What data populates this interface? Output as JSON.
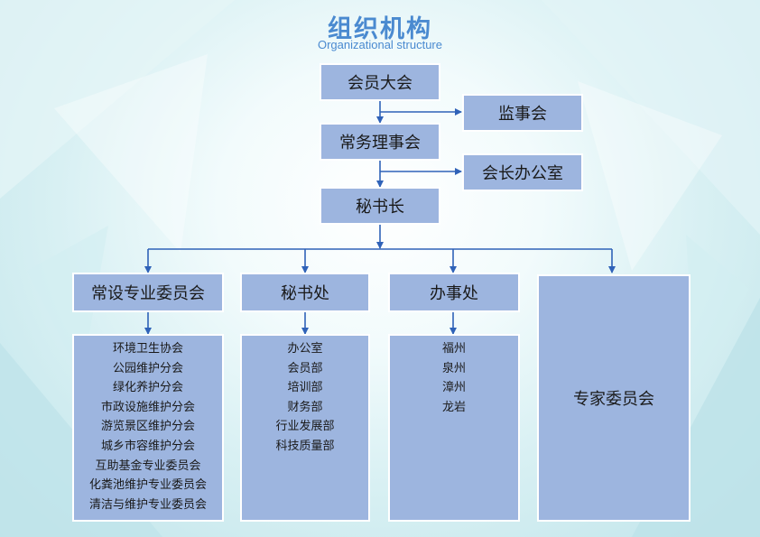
{
  "header": {
    "title": "组织机构",
    "subtitle": "Organizational structure"
  },
  "nodes": {
    "general_assembly": "会员大会",
    "supervisory_board": "监事会",
    "standing_council": "常务理事会",
    "president_office": "会长办公室",
    "secretary_general": "秘书长",
    "standing_committees": "常设专业委员会",
    "secretariat": "秘书处",
    "office": "办事处",
    "expert_committee": "专家委员会"
  },
  "lists": {
    "committees": [
      "环境卫生协会",
      "公园维护分会",
      "绿化养护分会",
      "市政设施维护分会",
      "游览景区维护分会",
      "城乡市容维护分会",
      "互助基金专业委员会",
      "化粪池维护专业委员会",
      "清洁与维护专业委员会"
    ],
    "secretariat_depts": [
      "办公室",
      "会员部",
      "培训部",
      "财务部",
      "行业发展部",
      "科技质量部"
    ],
    "office_branches": [
      "福州",
      "泉州",
      "漳州",
      "龙岩"
    ]
  },
  "colors": {
    "box_fill": "#9db5df",
    "connector": "#2f62b8",
    "title": "#4a8ad0"
  }
}
